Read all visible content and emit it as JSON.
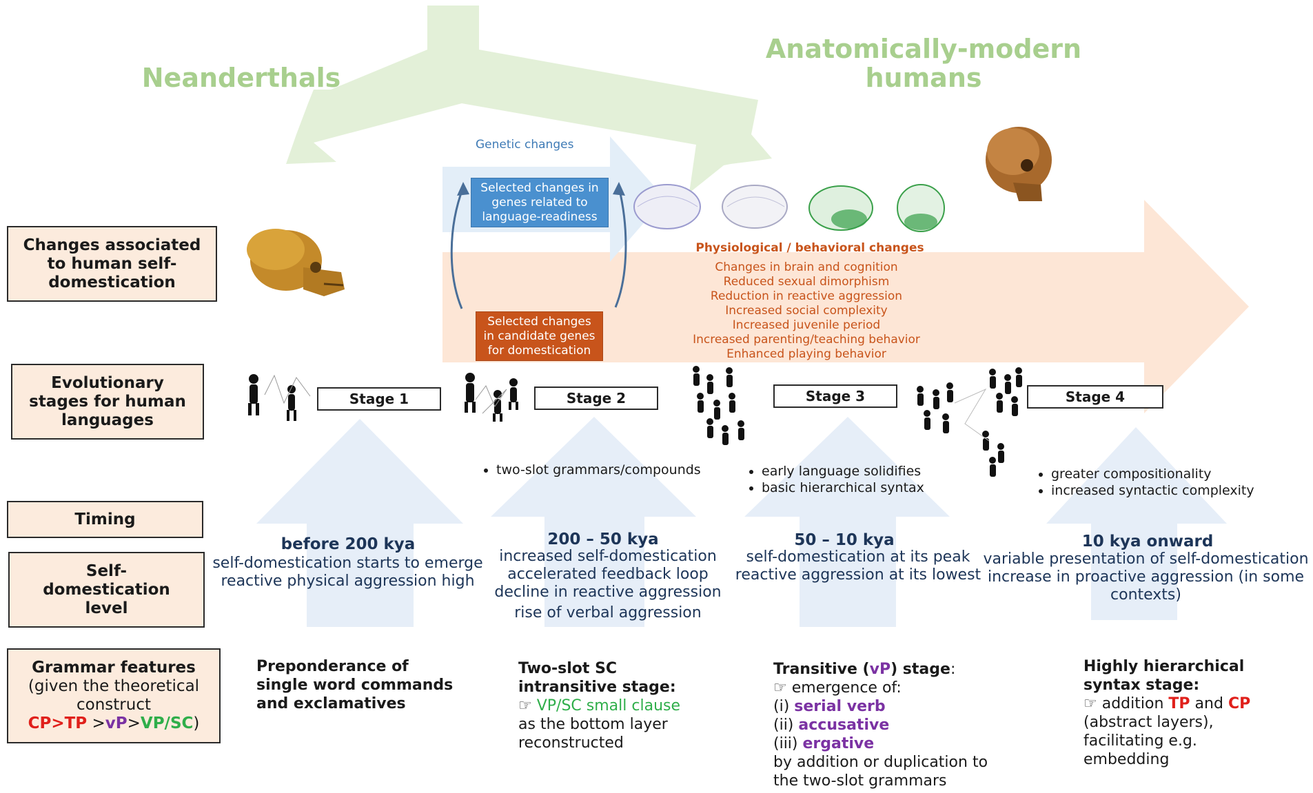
{
  "top": {
    "left_title": "Neanderthals",
    "right_title_line1": "Anatomically-modern",
    "right_title_line2": "humans"
  },
  "genetic": {
    "label": "Genetic changes",
    "blue_box": [
      "Selected changes in",
      "genes related to",
      "language-readiness"
    ],
    "orange_box": [
      "Selected changes",
      "in candidate genes",
      "for domestication"
    ]
  },
  "physiological": {
    "heading": "Physiological / behavioral changes",
    "items": [
      "Changes in brain and cognition",
      "Reduced sexual dimorphism",
      "Reduction in reactive aggression",
      "Increased social complexity",
      "Increased juvenile period",
      "Increased parenting/teaching behavior",
      "Enhanced playing behavior"
    ]
  },
  "row_labels": {
    "changes": [
      "Changes associated",
      "to human self-",
      "domestication"
    ],
    "stages": [
      "Evolutionary",
      "stages for human",
      "languages"
    ],
    "timing": [
      "Timing"
    ],
    "self_dom": [
      "Self-",
      "domestication",
      "level"
    ]
  },
  "grammar_label": {
    "line1": "Grammar features",
    "line2": "(given the theoretical",
    "line3": "construct",
    "cp_tp": "CP>TP",
    "sep1": " >",
    "vp": "vP",
    "sep2": ">",
    "vp_sc": "VP/SC",
    "close": ")"
  },
  "stages": [
    {
      "label": "Stage 1",
      "bullets": [],
      "timing": "before 200 kya",
      "level": [
        "self-domestication starts to emerge",
        "reactive physical aggression high"
      ]
    },
    {
      "label": "Stage 2",
      "bullets": [
        "two-slot grammars/compounds"
      ],
      "timing": "200 – 50 kya",
      "level": [
        "increased self-domestication",
        "accelerated feedback loop",
        "decline in reactive aggression",
        "rise of verbal aggression"
      ]
    },
    {
      "label": "Stage 3",
      "bullets": [
        "early language solidifies",
        "basic hierarchical syntax"
      ],
      "timing": "50 – 10 kya",
      "level": [
        "self-domestication at its peak",
        "reactive aggression at its lowest"
      ]
    },
    {
      "label": "Stage 4",
      "bullets": [
        "greater compositionality",
        "increased syntactic complexity"
      ],
      "timing": "10 kya onward",
      "level": [
        "variable presentation of self-domestication",
        "increase in proactive  aggression (in some",
        "contexts)"
      ]
    }
  ],
  "grammar": {
    "stage1": [
      "Preponderance of",
      "single word commands",
      "and exclamatives"
    ],
    "stage2": {
      "title1": "Two-slot SC",
      "title2": "intransitive stage:",
      "pointer": "☞",
      "small_clause": "VP/SC small clause",
      "rest1": "as the bottom layer",
      "rest2": "reconstructed"
    },
    "stage3": {
      "title_a": "Transitive (",
      "title_vp": "vP",
      "title_b": ") stage",
      "title_colon": ":",
      "pointer": "☞",
      "emergence": "emergence of:",
      "i": "(i) ",
      "serial": "serial verb",
      "ii": "(ii) ",
      "accusative": "accusative",
      "iii": "(iii) ",
      "ergative": "ergative",
      "rest1": "by addition or duplication to",
      "rest2": "the two-slot grammars"
    },
    "stage4": {
      "title1": "Highly hierarchical",
      "title2": "syntax stage:",
      "pointer": "☞",
      "addition": "addition ",
      "tp": "TP",
      "and": " and ",
      "cp": "CP",
      "rest1": "(abstract layers),",
      "rest2": "facilitating e.g.",
      "rest3": "embedding"
    }
  },
  "colors": {
    "green_arrow": "#e3f0d8",
    "green_title": "#a8cf8e",
    "peach_arrow": "#fde6d6",
    "blue_arrow": "#e3eef8",
    "up_arrows": "#e6eef8",
    "row_label_fill": "#fcebdd",
    "timing_text": "#1d3558",
    "orange_text": "#c8541b",
    "blue_box": "#4a90cf",
    "red": "#e0201b",
    "purple": "#7b32a3",
    "green": "#2fae4a"
  },
  "icons": [
    "neanderthal-skull-icon",
    "modern-human-skull-icon",
    "brain-icon",
    "human-group-icon"
  ]
}
